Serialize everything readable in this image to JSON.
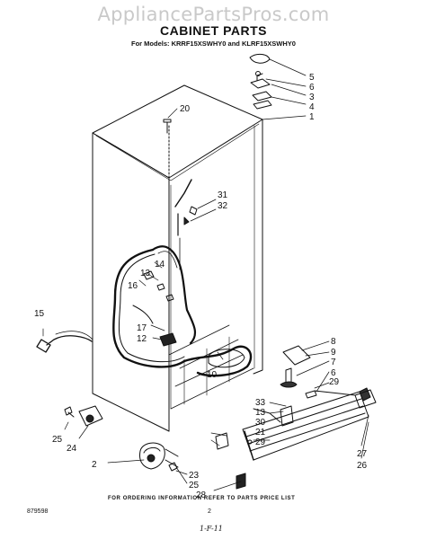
{
  "watermark": "AppliancePartsPros.com",
  "title": "CABINET PARTS",
  "subtitle": "For Models: KRRF15XSWHY0 and KLRF15XSWHY0",
  "footer_note": "FOR ORDERING INFORMATION REFER TO PARTS PRICE LIST",
  "drawing_code": "879598",
  "page_number": "2",
  "handwritten_mark": "1-F-11",
  "callouts": [
    {
      "id": "c20",
      "text": "20"
    },
    {
      "id": "c5",
      "text": "5"
    },
    {
      "id": "c6a",
      "text": "6"
    },
    {
      "id": "c3",
      "text": "3"
    },
    {
      "id": "c4",
      "text": "4"
    },
    {
      "id": "c1",
      "text": "1"
    },
    {
      "id": "c31",
      "text": "31"
    },
    {
      "id": "c32",
      "text": "32"
    },
    {
      "id": "c14",
      "text": "14"
    },
    {
      "id": "c13a",
      "text": "13"
    },
    {
      "id": "c16",
      "text": "16"
    },
    {
      "id": "c15",
      "text": "15"
    },
    {
      "id": "c17",
      "text": "17"
    },
    {
      "id": "c12",
      "text": "12"
    },
    {
      "id": "c10",
      "text": "10"
    },
    {
      "id": "c8",
      "text": "8"
    },
    {
      "id": "c9",
      "text": "9"
    },
    {
      "id": "c7",
      "text": "7"
    },
    {
      "id": "c6b",
      "text": "6"
    },
    {
      "id": "c29a",
      "text": "29"
    },
    {
      "id": "c33",
      "text": "33"
    },
    {
      "id": "c13b",
      "text": "13"
    },
    {
      "id": "c30",
      "text": "30"
    },
    {
      "id": "c21",
      "text": "21"
    },
    {
      "id": "c29b",
      "text": "29"
    },
    {
      "id": "c25a",
      "text": "25"
    },
    {
      "id": "c24",
      "text": "24"
    },
    {
      "id": "c2",
      "text": "2"
    },
    {
      "id": "c23",
      "text": "23"
    },
    {
      "id": "c25b",
      "text": "25"
    },
    {
      "id": "c28",
      "text": "28"
    },
    {
      "id": "c27",
      "text": "27"
    },
    {
      "id": "c26",
      "text": "26"
    }
  ]
}
